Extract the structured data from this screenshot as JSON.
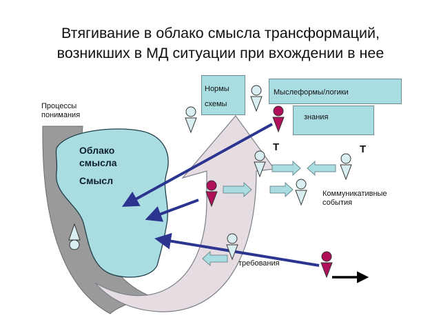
{
  "title": {
    "line1": "Втягивание в облако смысла трансформаций,",
    "line2": "возникших в МД ситуации при вхождении в нее"
  },
  "labels": {
    "processes_line1": "Процессы",
    "processes_line2": "понимания",
    "cloud_line1": "Облако",
    "cloud_line2": "смысла",
    "cloud_line3": "Смысл",
    "norms": "Нормы",
    "schemes": "схемы",
    "thought_forms": "Мыслеформы/логики",
    "knowledge": "знания",
    "t_left": "Т",
    "t_right": "Т",
    "communicative_line1": "Коммуникативные",
    "communicative_line2": "события",
    "requirements": "требования"
  },
  "colors": {
    "cloud": "#a9dde2",
    "big_arrow": "#e6dde3",
    "grey_band": "#9a9a9a",
    "pointer_arrow": "#2b3590",
    "magenta_figure": "#b0105a",
    "light_figure": "#d9eef0",
    "small_arrow": "#a9dde2"
  }
}
